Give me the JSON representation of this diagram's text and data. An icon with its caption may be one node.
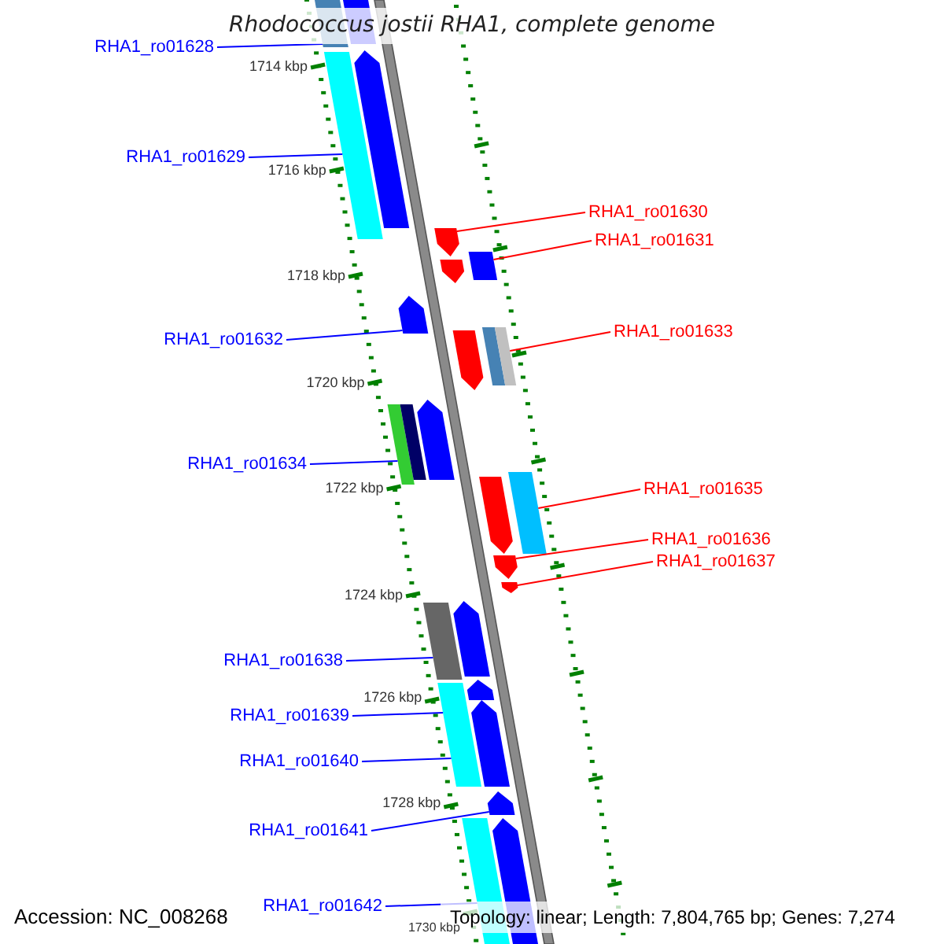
{
  "diagram": {
    "title": "Rhodococcus jostii RHA1, complete genome",
    "nodes": [
      {
        "text": [
          "RHA1_ro01628"
        ]
      },
      {
        "text": [
          "RHA1_ro01629"
        ]
      },
      {
        "text": [
          "RHA1_ro01630"
        ]
      },
      {
        "text": [
          "RHA1_ro01631"
        ]
      },
      {
        "text": [
          "RHA1_ro01632"
        ]
      },
      {
        "text": [
          "RHA1_ro01633"
        ]
      },
      {
        "text": [
          "RHA1_ro01634"
        ]
      },
      {
        "text": [
          "RHA1_ro01635"
        ]
      },
      {
        "text": [
          "RHA1_ro01636"
        ]
      },
      {
        "text": [
          "RHA1_ro01637"
        ]
      },
      {
        "text": [
          "RHA1_ro01638"
        ]
      },
      {
        "text": [
          "RHA1_ro01639"
        ]
      },
      {
        "text": [
          "RHA1_ro01640"
        ]
      },
      {
        "text": [
          "RHA1_ro01641"
        ]
      },
      {
        "text": [
          "RHA1_ro01642"
        ]
      },
      {
        "text": [],
        "shape": "bar"
      },
      {
        "text": [],
        "shape": "bar"
      },
      {
        "text": [],
        "shape": "arrow"
      },
      {
        "text": [],
        "shape": "bar"
      },
      {
        "text": [],
        "shape": "arrow"
      },
      {
        "text": [],
        "shape": "bar"
      },
      {
        "text": [],
        "shape": "arrow"
      },
      {
        "text": [],
        "shape": "arrow"
      },
      {
        "text": [],
        "shape": "bar"
      },
      {
        "text": [],
        "shape": "bar"
      },
      {
        "text": [],
        "shape": "arrow"
      },
      {
        "text": [],
        "shape": "arrow"
      },
      {
        "text": [],
        "shape": "bar"
      },
      {
        "text": [],
        "shape": "bar"
      },
      {
        "text": [],
        "shape": "bar"
      },
      {
        "text": [],
        "shape": "arrow"
      },
      {
        "text": [],
        "shape": "arrow"
      },
      {
        "text": [],
        "shape": "arrow"
      },
      {
        "text": [],
        "shape": "arrow"
      },
      {
        "text": [],
        "shape": "bar"
      },
      {
        "text": [],
        "shape": "arrow"
      },
      {
        "text": [],
        "shape": "bar"
      },
      {
        "text": [],
        "shape": "arrow"
      },
      {
        "text": [],
        "shape": "arrow"
      },
      {
        "text": [],
        "shape": "arrow"
      },
      {
        "text": [],
        "shape": "bar"
      }
    ],
    "edges": [
      {
        "from": 0,
        "to": 15,
        "arrow": "none"
      },
      {
        "from": 1,
        "to": 18,
        "arrow": "none"
      },
      {
        "from": 2,
        "to": 19,
        "arrow": "none",
        "color": "#ff0000"
      },
      {
        "from": 3,
        "to": 20,
        "arrow": "none",
        "color": "#ff0000"
      },
      {
        "from": 4,
        "to": 22,
        "arrow": "none"
      },
      {
        "from": 5,
        "to": 24,
        "arrow": "none",
        "color": "#ff0000"
      },
      {
        "from": 6,
        "to": 27,
        "arrow": "none"
      },
      {
        "from": 7,
        "to": 29,
        "arrow": "none",
        "color": "#ff0000"
      },
      {
        "from": 8,
        "to": 31,
        "arrow": "none",
        "color": "#ff0000"
      },
      {
        "from": 9,
        "to": 32,
        "arrow": "none",
        "color": "#ff0000"
      },
      {
        "from": 10,
        "to": 34,
        "arrow": "none"
      },
      {
        "from": 11,
        "to": 36,
        "arrow": "none"
      },
      {
        "from": 12,
        "to": 36,
        "arrow": "none"
      },
      {
        "from": 13,
        "to": 38,
        "arrow": "none"
      },
      {
        "from": 14,
        "to": 40,
        "arrow": "none"
      }
    ],
    "labels": [
      "1714 kbp",
      "1716 kbp",
      "1718 kbp",
      "1720 kbp",
      "1722 kbp",
      "1724 kbp",
      "1726 kbp",
      "1728 kbp",
      "1730 kbp",
      "Accession: NC_008268",
      "Topology: linear; Length: 7,804,765 bp; Genes: 7,274"
    ]
  }
}
